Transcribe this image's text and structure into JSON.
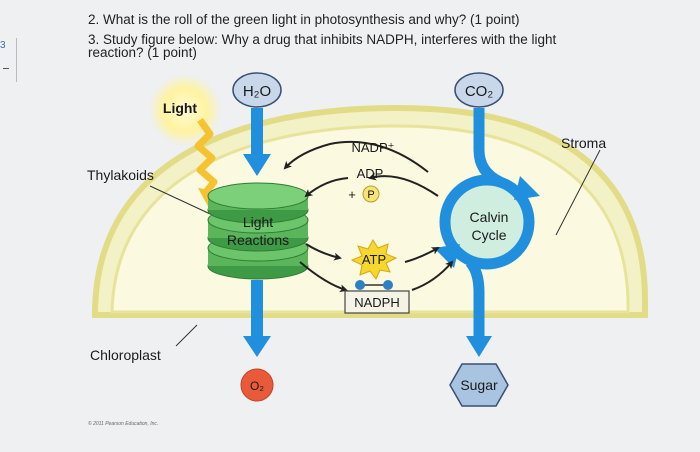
{
  "questions": {
    "q2": "2. What is the roll of the green light in photosynthesis and why? (1 point)",
    "q3_line1": "3. Study figure below: Why a drug that inhibits NADPH, interferes with the light",
    "q3_line2": "reaction? (1 point)"
  },
  "edge_mark": "3",
  "diagram": {
    "h2o": "H₂O",
    "co2": "CO₂",
    "light": "Light",
    "thylakoids": "Thylakoids",
    "stroma": "Stroma",
    "chloroplast": "Chloroplast",
    "light_reactions_1": "Light",
    "light_reactions_2": "Reactions",
    "calvin_1": "Calvin",
    "calvin_2": "Cycle",
    "nadp": "NADP⁺",
    "adp": "ADP",
    "plus": "+",
    "p": "P",
    "atp": "ATP",
    "nadph": "NADPH",
    "o2": "O₂",
    "sugar": "Sugar",
    "copyright": "© 2011 Pearson Education, Inc."
  },
  "colors": {
    "blue_arrow": "#1f8fde",
    "thylakoid_green": "#5bb55a",
    "chloroplast_fill": "#f3f1c6",
    "chloroplast_border": "#e2dc86",
    "light_yellow": "#f5c232",
    "o2_red": "#e85a3a",
    "sugar_blue": "#a9c4e0",
    "gas_bubble": "#c9d7ea"
  }
}
